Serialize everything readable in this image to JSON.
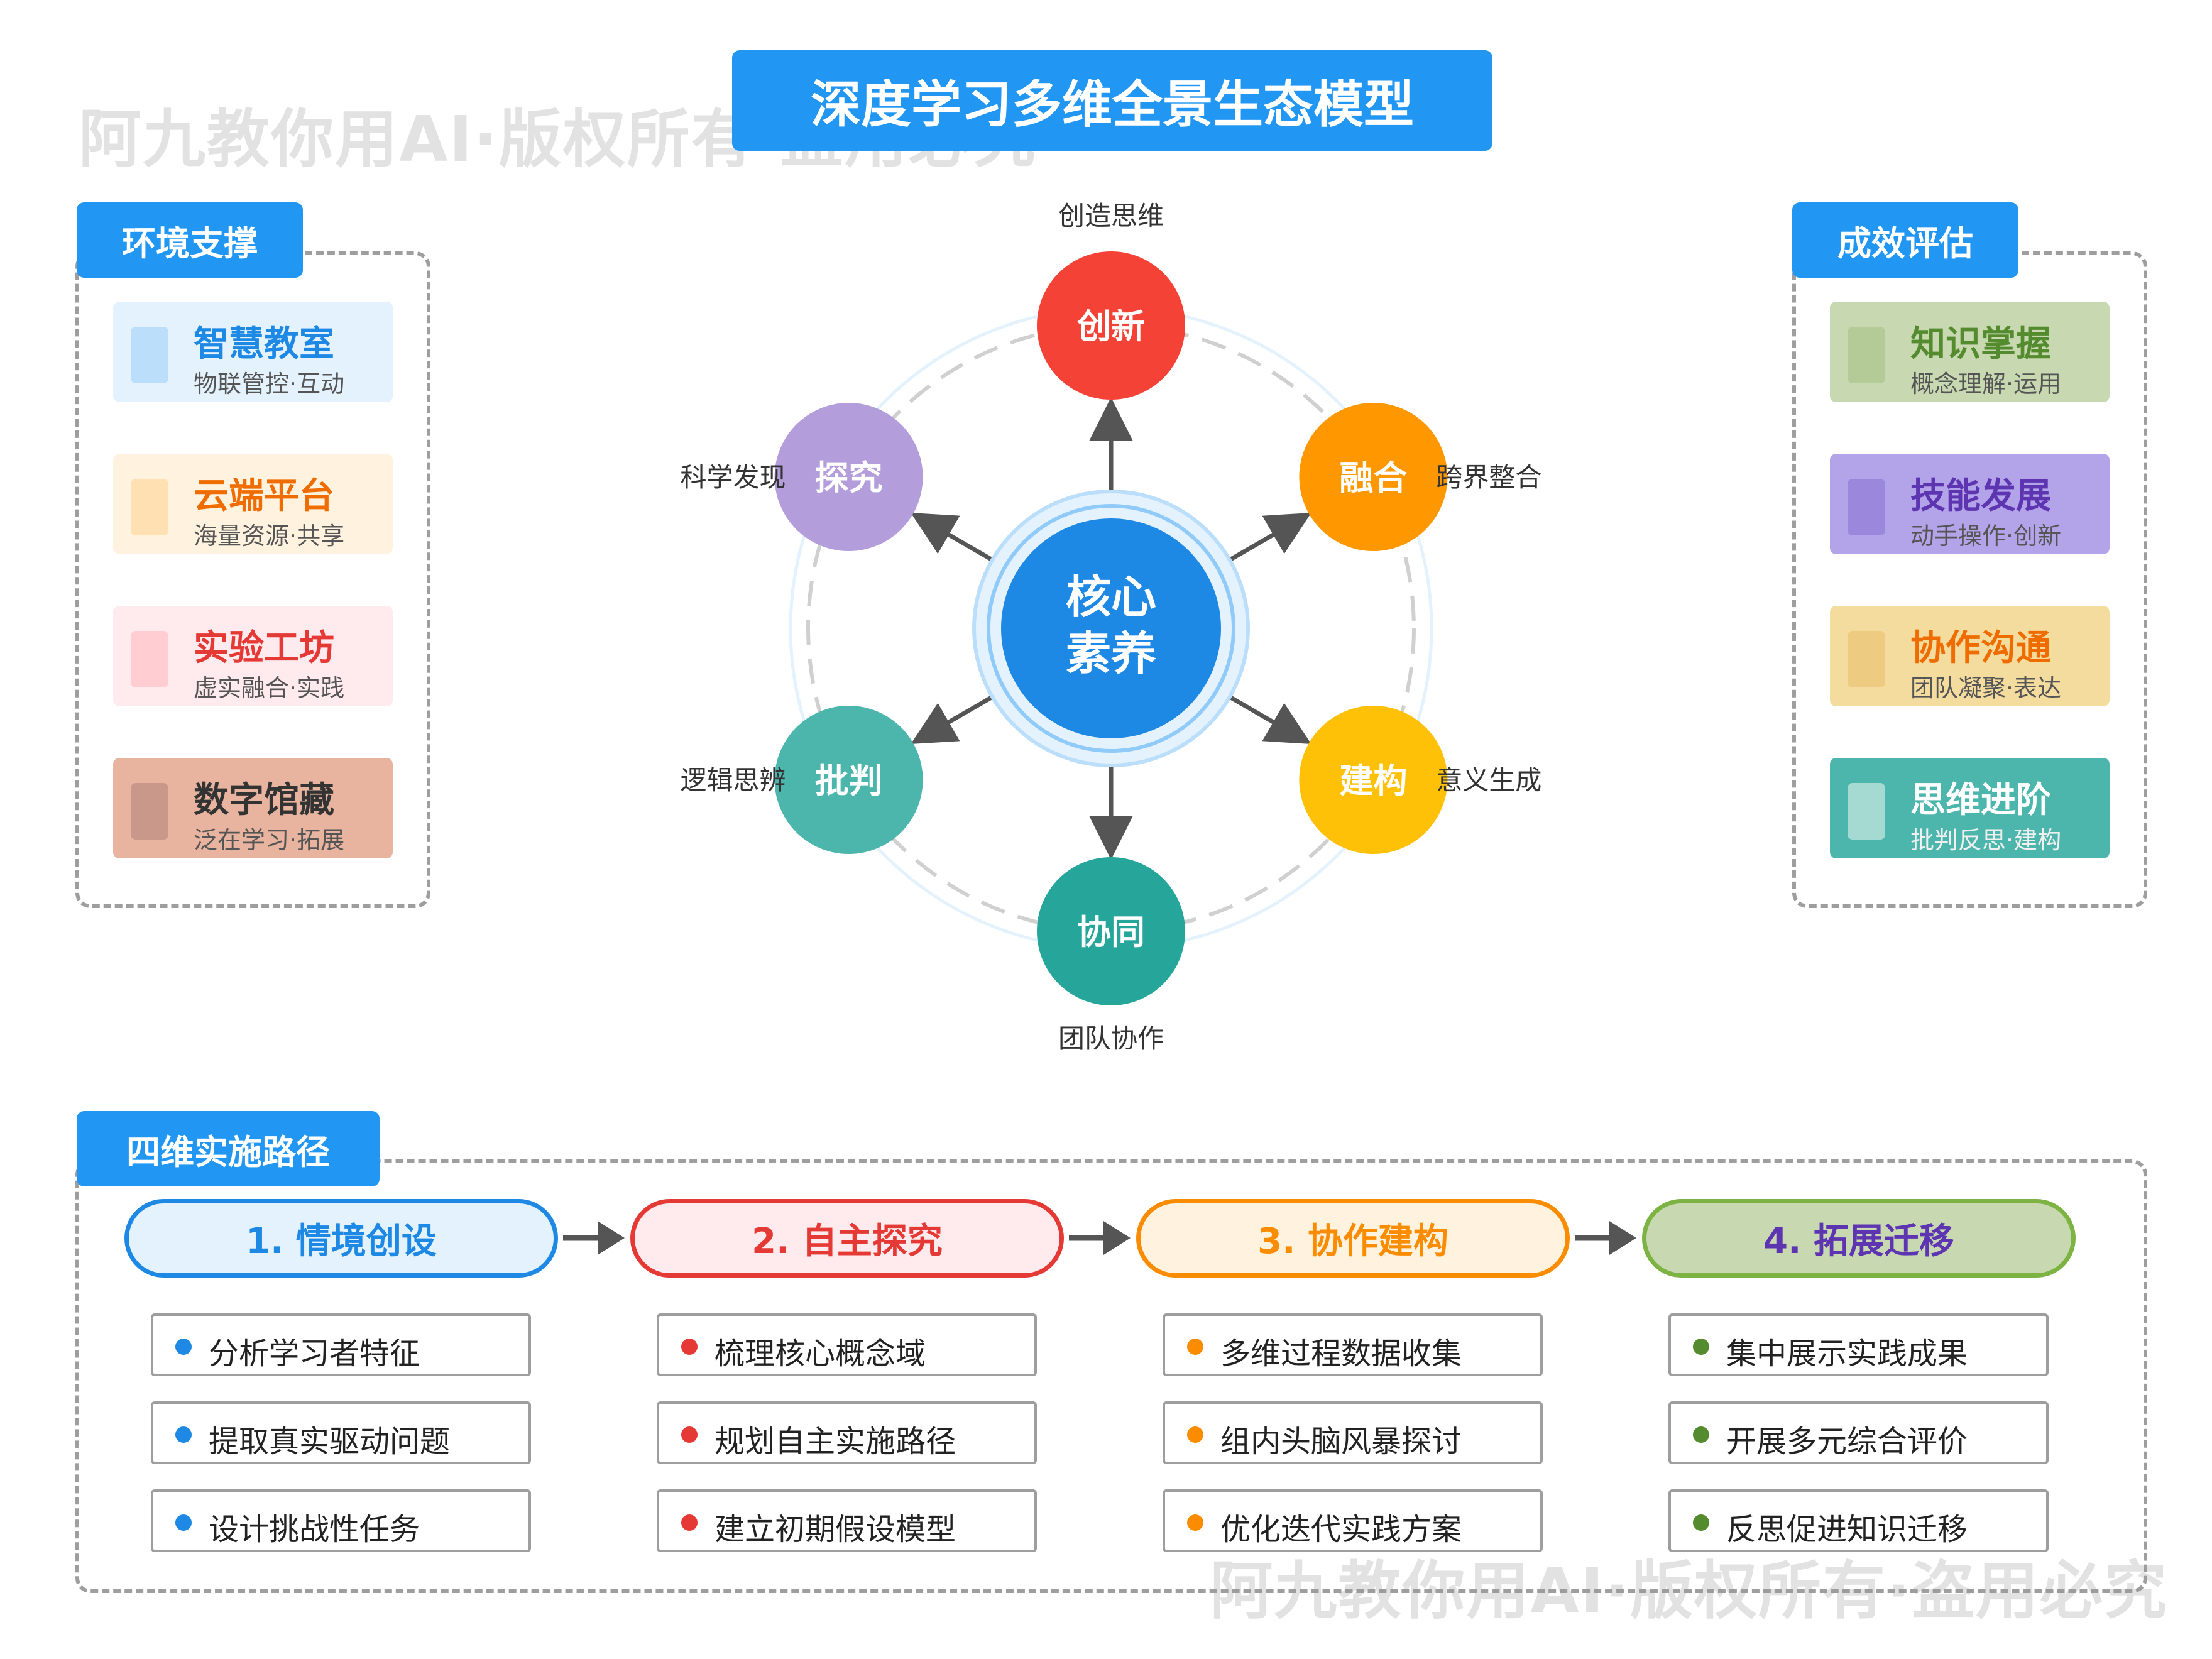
{
  "title": "深度学习多维全景生态模型",
  "watermark": "阿九教你用AI·版权所有·盗用必究",
  "left_panel": {
    "tag": "环境支撑",
    "cards": [
      {
        "title": "智慧教室",
        "sub": "物联管控·互动",
        "bg": "#E3F2FD",
        "square": "#BBDEFB",
        "color": "#1E88E5"
      },
      {
        "title": "云端平台",
        "sub": "海量资源·共享",
        "bg": "#FFF3E0",
        "square": "#FFE0B2",
        "color": "#EF6C00"
      },
      {
        "title": "实验工坊",
        "sub": "虚实融合·实践",
        "bg": "#FFEBEE",
        "square": "#FFCDD2",
        "color": "#E53935"
      },
      {
        "title": "数字馆藏",
        "sub": "泛在学习·拓展",
        "bg": "#E8B4A0",
        "square": "#C9988A",
        "color": "#333333"
      }
    ]
  },
  "right_panel": {
    "tag": "成效评估",
    "cards": [
      {
        "title": "知识掌握",
        "sub": "概念理解·运用",
        "bg": "#C8D9B2",
        "square": "#B4CB98",
        "color": "#558B2F"
      },
      {
        "title": "技能发展",
        "sub": "动手操作·创新",
        "bg": "#B3A3E8",
        "square": "#9B87DC",
        "color": "#5E35B1"
      },
      {
        "title": "协作沟通",
        "sub": "团队凝聚·表达",
        "bg": "#F4DC9E",
        "square": "#EDCB80",
        "color": "#EF6C00"
      },
      {
        "title": "思维进阶",
        "sub": "批判反思·建构",
        "bg": "#4DB6AC",
        "square": "#A5DAD3",
        "color": "#ffffff"
      }
    ]
  },
  "center": {
    "core_line1": "核心",
    "core_line2": "素养",
    "nodes": [
      {
        "label": "创新",
        "desc": "创造思维",
        "color": "#F44336"
      },
      {
        "label": "融合",
        "desc": "跨界整合",
        "color": "#FF9800"
      },
      {
        "label": "建构",
        "desc": "意义生成",
        "color": "#FFC107"
      },
      {
        "label": "协同",
        "desc": "团队协作",
        "color": "#26A69A"
      },
      {
        "label": "批判",
        "desc": "逻辑思辨",
        "color": "#4DB6AC"
      },
      {
        "label": "探究",
        "desc": "科学发现",
        "color": "#B39DDB"
      }
    ]
  },
  "bottom_panel": {
    "tag": "四维实施路径",
    "steps": [
      {
        "label": "1. 情境创设",
        "color": "#1E88E5",
        "bg": "#E3F2FD",
        "items": [
          "分析学习者特征",
          "提取真实驱动问题",
          "设计挑战性任务"
        ]
      },
      {
        "label": "2. 自主探究",
        "color": "#E53935",
        "bg": "#FFEBEE",
        "items": [
          "梳理核心概念域",
          "规划自主实施路径",
          "建立初期假设模型"
        ]
      },
      {
        "label": "3. 协作建构",
        "color": "#FB8C00",
        "bg": "#FFF3E0",
        "items": [
          "多维过程数据收集",
          "组内头脑风暴探讨",
          "优化迭代实践方案"
        ]
      },
      {
        "label": "4. 拓展迁移",
        "color": "#5E35B1",
        "bg": "#C8D9B2",
        "border": "#7CB342",
        "dot": "#558B2F",
        "items": [
          "集中展示实践成果",
          "开展多元综合评价",
          "反思促进知识迁移"
        ]
      }
    ]
  }
}
